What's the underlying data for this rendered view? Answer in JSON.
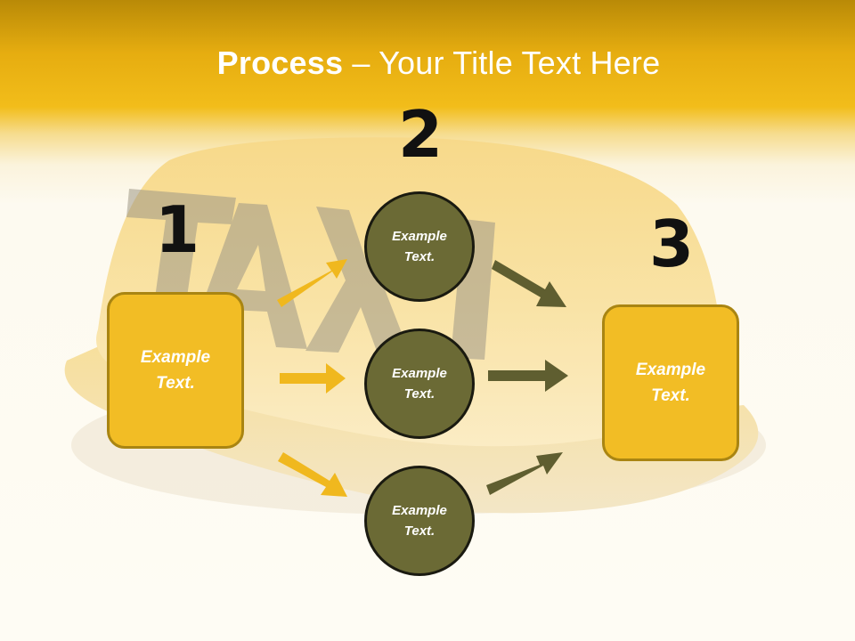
{
  "title": {
    "bold": "Process",
    "rest": " – Your Title Text Here"
  },
  "steps": {
    "one": "1",
    "two": "2",
    "three": "3"
  },
  "left_box": {
    "label": "Example Text."
  },
  "circles": [
    {
      "label": "Example Text."
    },
    {
      "label": "Example Text."
    },
    {
      "label": "Example Text."
    }
  ],
  "right_box": {
    "label": "Example Text."
  },
  "background": {
    "watermark_text": "TAXI"
  },
  "colors": {
    "header_gold": "#f2bd1a",
    "box_fill": "#f2bd25",
    "box_border": "#a98512",
    "circle_fill": "#6b6a35",
    "yellow_arrow": "#f0b81e",
    "olive_arrow": "#5f5e30",
    "number_text": "#111111"
  }
}
